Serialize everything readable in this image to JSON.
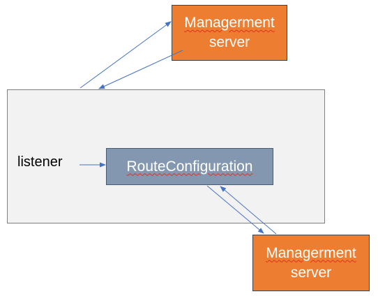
{
  "nodes": {
    "management_top": {
      "line1": "Managerment",
      "line2": "server"
    },
    "listener": {
      "label": "listener"
    },
    "route_configuration": {
      "label": "RouteConfiguration"
    },
    "management_bottom": {
      "line1": "Managerment",
      "line2": "server"
    }
  },
  "colors": {
    "management_fill": "#ed7d31",
    "route_fill": "#8497b0",
    "container_fill": "#f2f2f2",
    "arrow": "#4472c4"
  }
}
